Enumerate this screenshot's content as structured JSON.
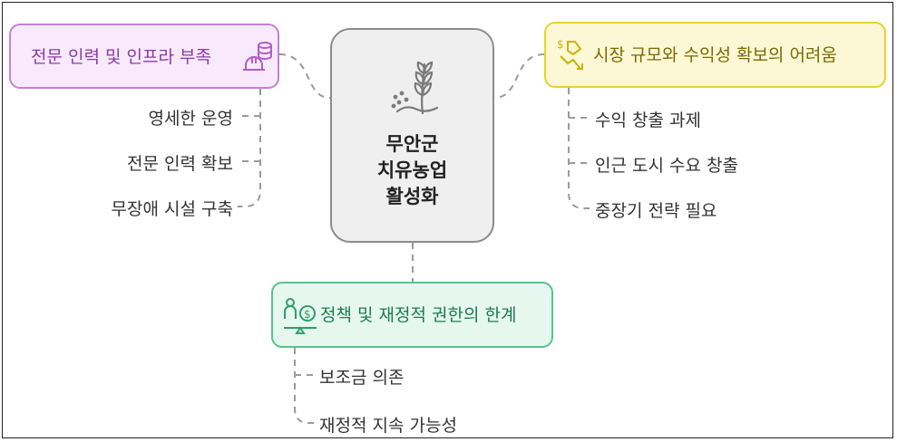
{
  "center": {
    "title_lines": [
      "무안군",
      "치유농업",
      "활성화"
    ],
    "icon": "wheat-sprout-icon"
  },
  "left_group": {
    "title": "전문 인력 및 인프라 부족",
    "icon": "construction-helmet-coins-icon",
    "color": "#c67fd8",
    "items": [
      "영세한 운영",
      "전문 인력 확보",
      "무장애 시설 구축"
    ]
  },
  "right_group": {
    "title": "시장 규모와 수익성 확보의 어려움",
    "icon": "money-decline-icon",
    "color": "#e6d22b",
    "items": [
      "수익 창출 과제",
      "인근 도시 수요 창출",
      "중장기 전략 필요"
    ]
  },
  "bottom_group": {
    "title": "정책 및 재정적 권한의 한계",
    "icon": "person-money-scale-icon",
    "color": "#55c48d",
    "items": [
      "보조금 의존",
      "재정적 지속 가능성"
    ]
  }
}
